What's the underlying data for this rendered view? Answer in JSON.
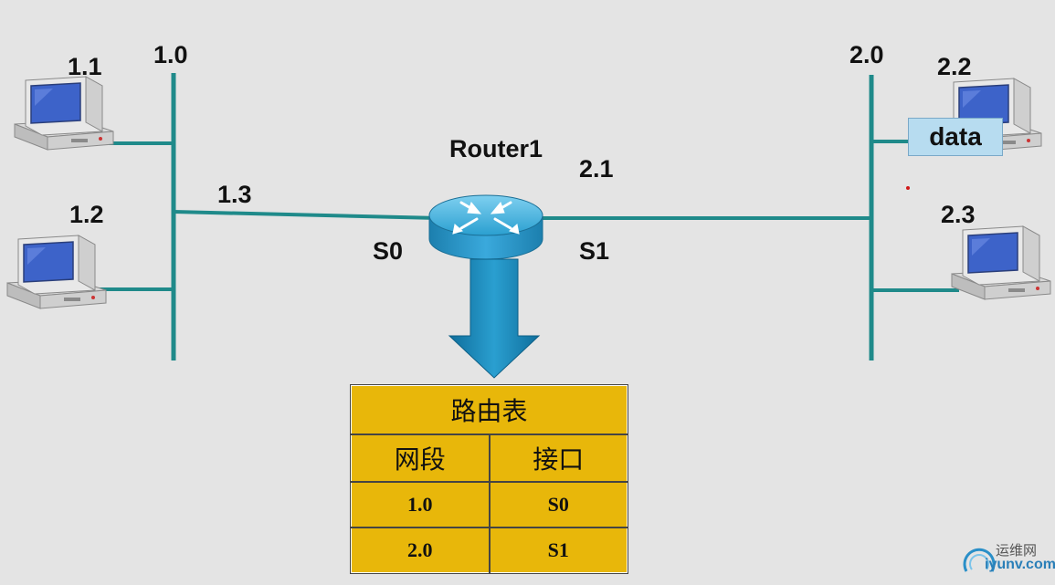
{
  "labels": {
    "net_left": "1.0",
    "net_right": "2.0",
    "host_1_1": "1.1",
    "host_1_2": "1.2",
    "host_2_2": "2.2",
    "host_2_3": "2.3",
    "router_port_left": "1.3",
    "router_port_right": "2.1",
    "router_name": "Router1",
    "iface_left": "S0",
    "iface_right": "S1"
  },
  "packet_label": "data",
  "routing_table": {
    "title": "路由表",
    "headers": [
      "网段",
      "接口"
    ],
    "rows": [
      [
        "1.0",
        "S0"
      ],
      [
        "2.0",
        "S1"
      ]
    ]
  },
  "watermark": {
    "cn": "运维网",
    "url": "iyunv.com"
  },
  "colors": {
    "background": "#e4e4e4",
    "link": "#1f8a8a",
    "router_blue": "#2a9fd0",
    "arrow_blue": "#1a86b8",
    "table_fill": "#e8b70a",
    "monitor_screen": "#3d63c9"
  }
}
